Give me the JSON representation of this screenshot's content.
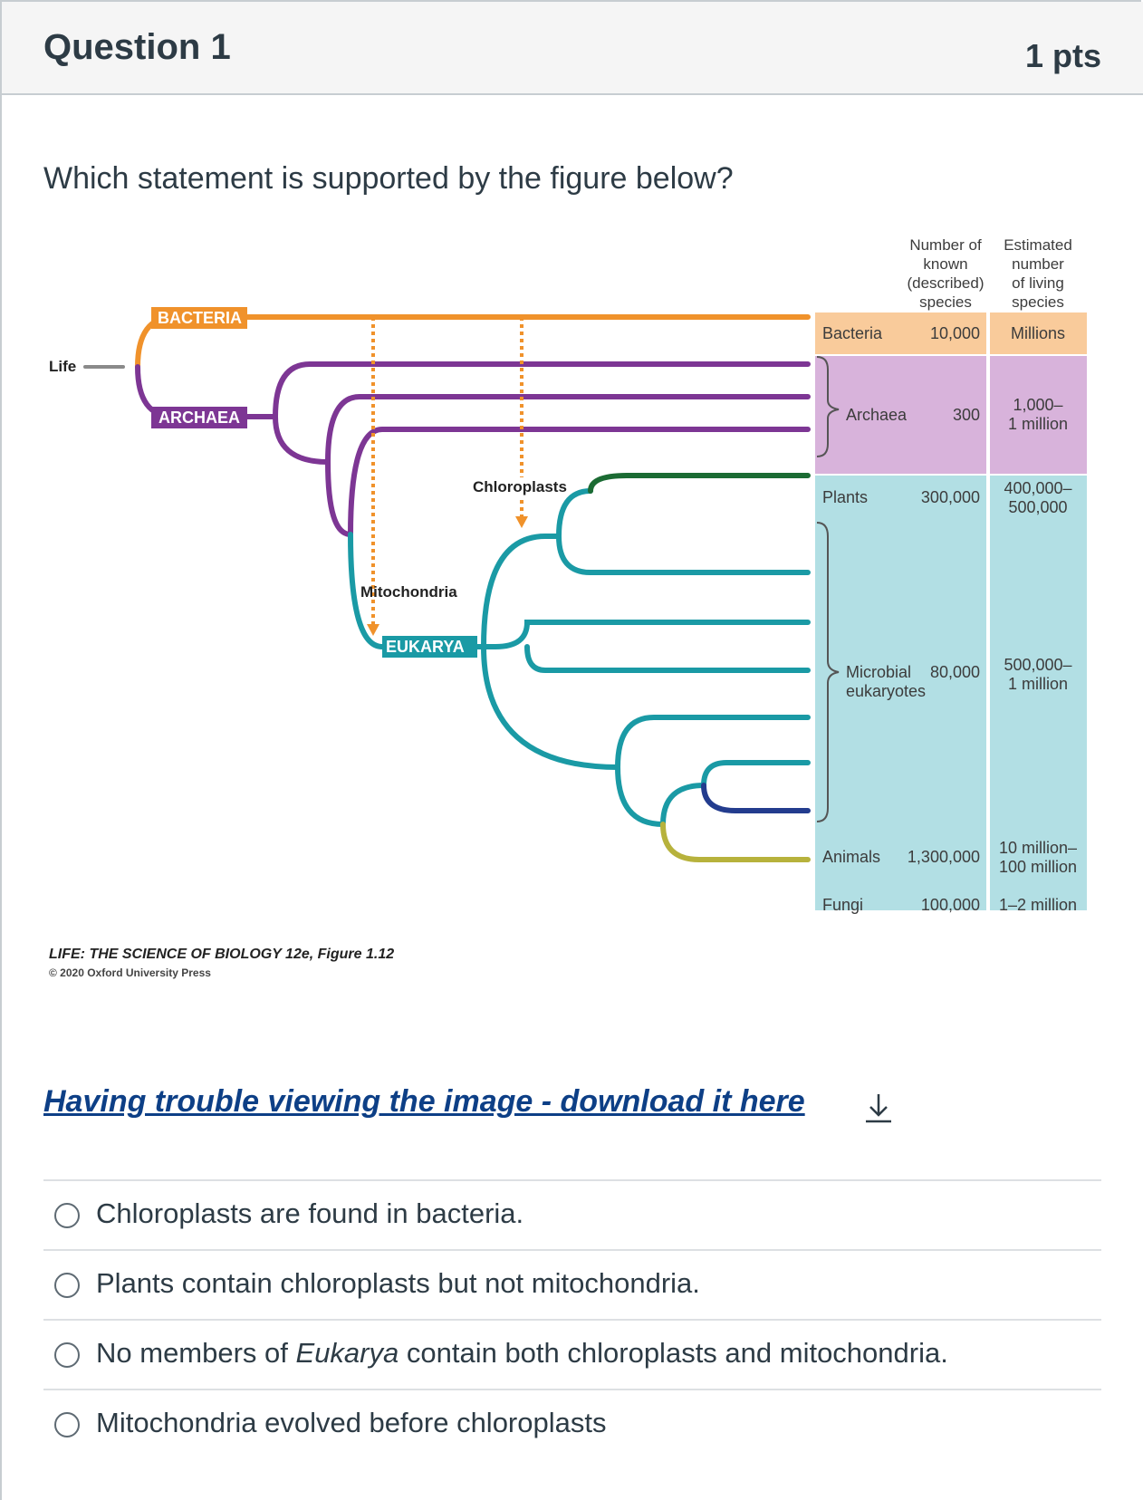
{
  "question": {
    "title": "Question 1",
    "points": "1 pts",
    "prompt": "Which statement is supported by the figure below?"
  },
  "figure": {
    "column_headers": {
      "known": [
        "Number of",
        "known",
        "(described)",
        "species"
      ],
      "estimated": [
        "Estimated",
        "number",
        "of living",
        "species"
      ]
    },
    "labels": {
      "life": "Life",
      "bacteria": "BACTERIA",
      "archaea": "ARCHAEA",
      "eukarya": "EUKARYA",
      "chloroplasts": "Chloroplasts",
      "mitochondria": "Mitochondria"
    },
    "rows": [
      {
        "group": "Bacteria",
        "known": "10,000",
        "estimated": [
          "Millions"
        ]
      },
      {
        "group": "Archaea",
        "known": "300",
        "estimated": [
          "1,000–",
          "1 million"
        ]
      },
      {
        "group": "Plants",
        "known": "300,000",
        "estimated": [
          "400,000–",
          "500,000"
        ]
      },
      {
        "group_lines": [
          "Microbial",
          "eukaryotes"
        ],
        "known": "80,000",
        "estimated": [
          "500,000–",
          "1 million"
        ]
      },
      {
        "group": "Animals",
        "known": "1,300,000",
        "estimated": [
          "10 million–",
          "100 million"
        ]
      },
      {
        "group": "Fungi",
        "known": "100,000",
        "estimated": [
          "1–2 million"
        ]
      }
    ],
    "credit": {
      "line1": "LIFE: THE SCIENCE OF BIOLOGY 12e, Figure 1.12",
      "line2": "© 2020 Oxford University Press"
    },
    "colors": {
      "bacteria": "#f0922b",
      "archaea": "#7d3694",
      "eukarya": "#1a9aa5",
      "plants": "#1b6b33",
      "animals": "#233c8e",
      "fungi": "#b7b23c",
      "bacteria_bg": "#f9cb9b",
      "archaea_bg": "#d8b3db",
      "eukarya_bg": "#b2dfe4"
    }
  },
  "download_link": "Having trouble viewing the image - download it here",
  "answers": [
    {
      "before": "Chloroplasts are found in bacteria.",
      "italic": "",
      "after": ""
    },
    {
      "before": "Plants contain chloroplasts but not mitochondria.",
      "italic": "",
      "after": ""
    },
    {
      "before": "No members of ",
      "italic": "Eukarya",
      "after": " contain both chloroplasts and mitochondria."
    },
    {
      "before": "Mitochondria evolved before chloroplasts",
      "italic": "",
      "after": ""
    }
  ]
}
